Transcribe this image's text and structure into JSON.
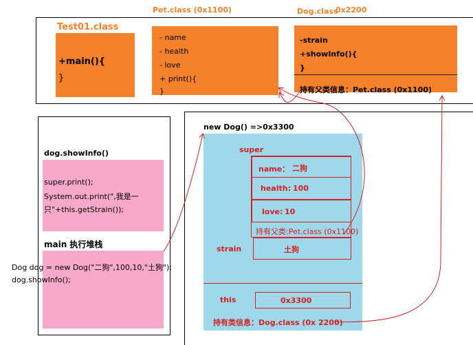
{
  "method_area": {
    "test01": {
      "title": "Test01.class",
      "lines": [
        "+main(){",
        "}"
      ]
    },
    "pet": {
      "title": "Pet.class (0x1100)",
      "lines": [
        "- name",
        "- health",
        "- love",
        "+ print(){",
        "}"
      ]
    },
    "dog": {
      "title": "Dog.class",
      "address": "0x2200",
      "lines": [
        "-strain",
        "+showInfo(){",
        "}"
      ],
      "parent_info": "持有父类信息：Pet.class (0x1100)"
    }
  },
  "stack": {
    "show_info_frame": {
      "title": "dog.showInfo()",
      "lines": [
        "super.print();",
        "System.out.print(\",我是一",
        "只\"+this.getStrain());"
      ]
    },
    "main_frame": {
      "title": "main 执行堆栈"
    },
    "code": [
      "Dog dog = new Dog(\"二狗\",100,10,\"土狗\");",
      "dog.showInfo();"
    ]
  },
  "heap": {
    "header": "new Dog() =>0x3300",
    "super_label": "super",
    "fields": [
      {
        "label": "name：",
        "value": "二狗"
      },
      {
        "label": "health:",
        "value": "100"
      },
      {
        "label": "love:",
        "value": "10"
      }
    ],
    "parent_ref": "持有父类:Pet.class (0x1100)",
    "strain_label": "strain",
    "strain_value": "土狗",
    "this_label": "this",
    "this_value": "0x3300",
    "class_info": "持有类信息：Dog.class (0x 2200)"
  },
  "colors": {
    "orange": "#f5822a",
    "pink": "#f8a8c8",
    "blue": "#9fd8ea",
    "red": "#d42020"
  }
}
